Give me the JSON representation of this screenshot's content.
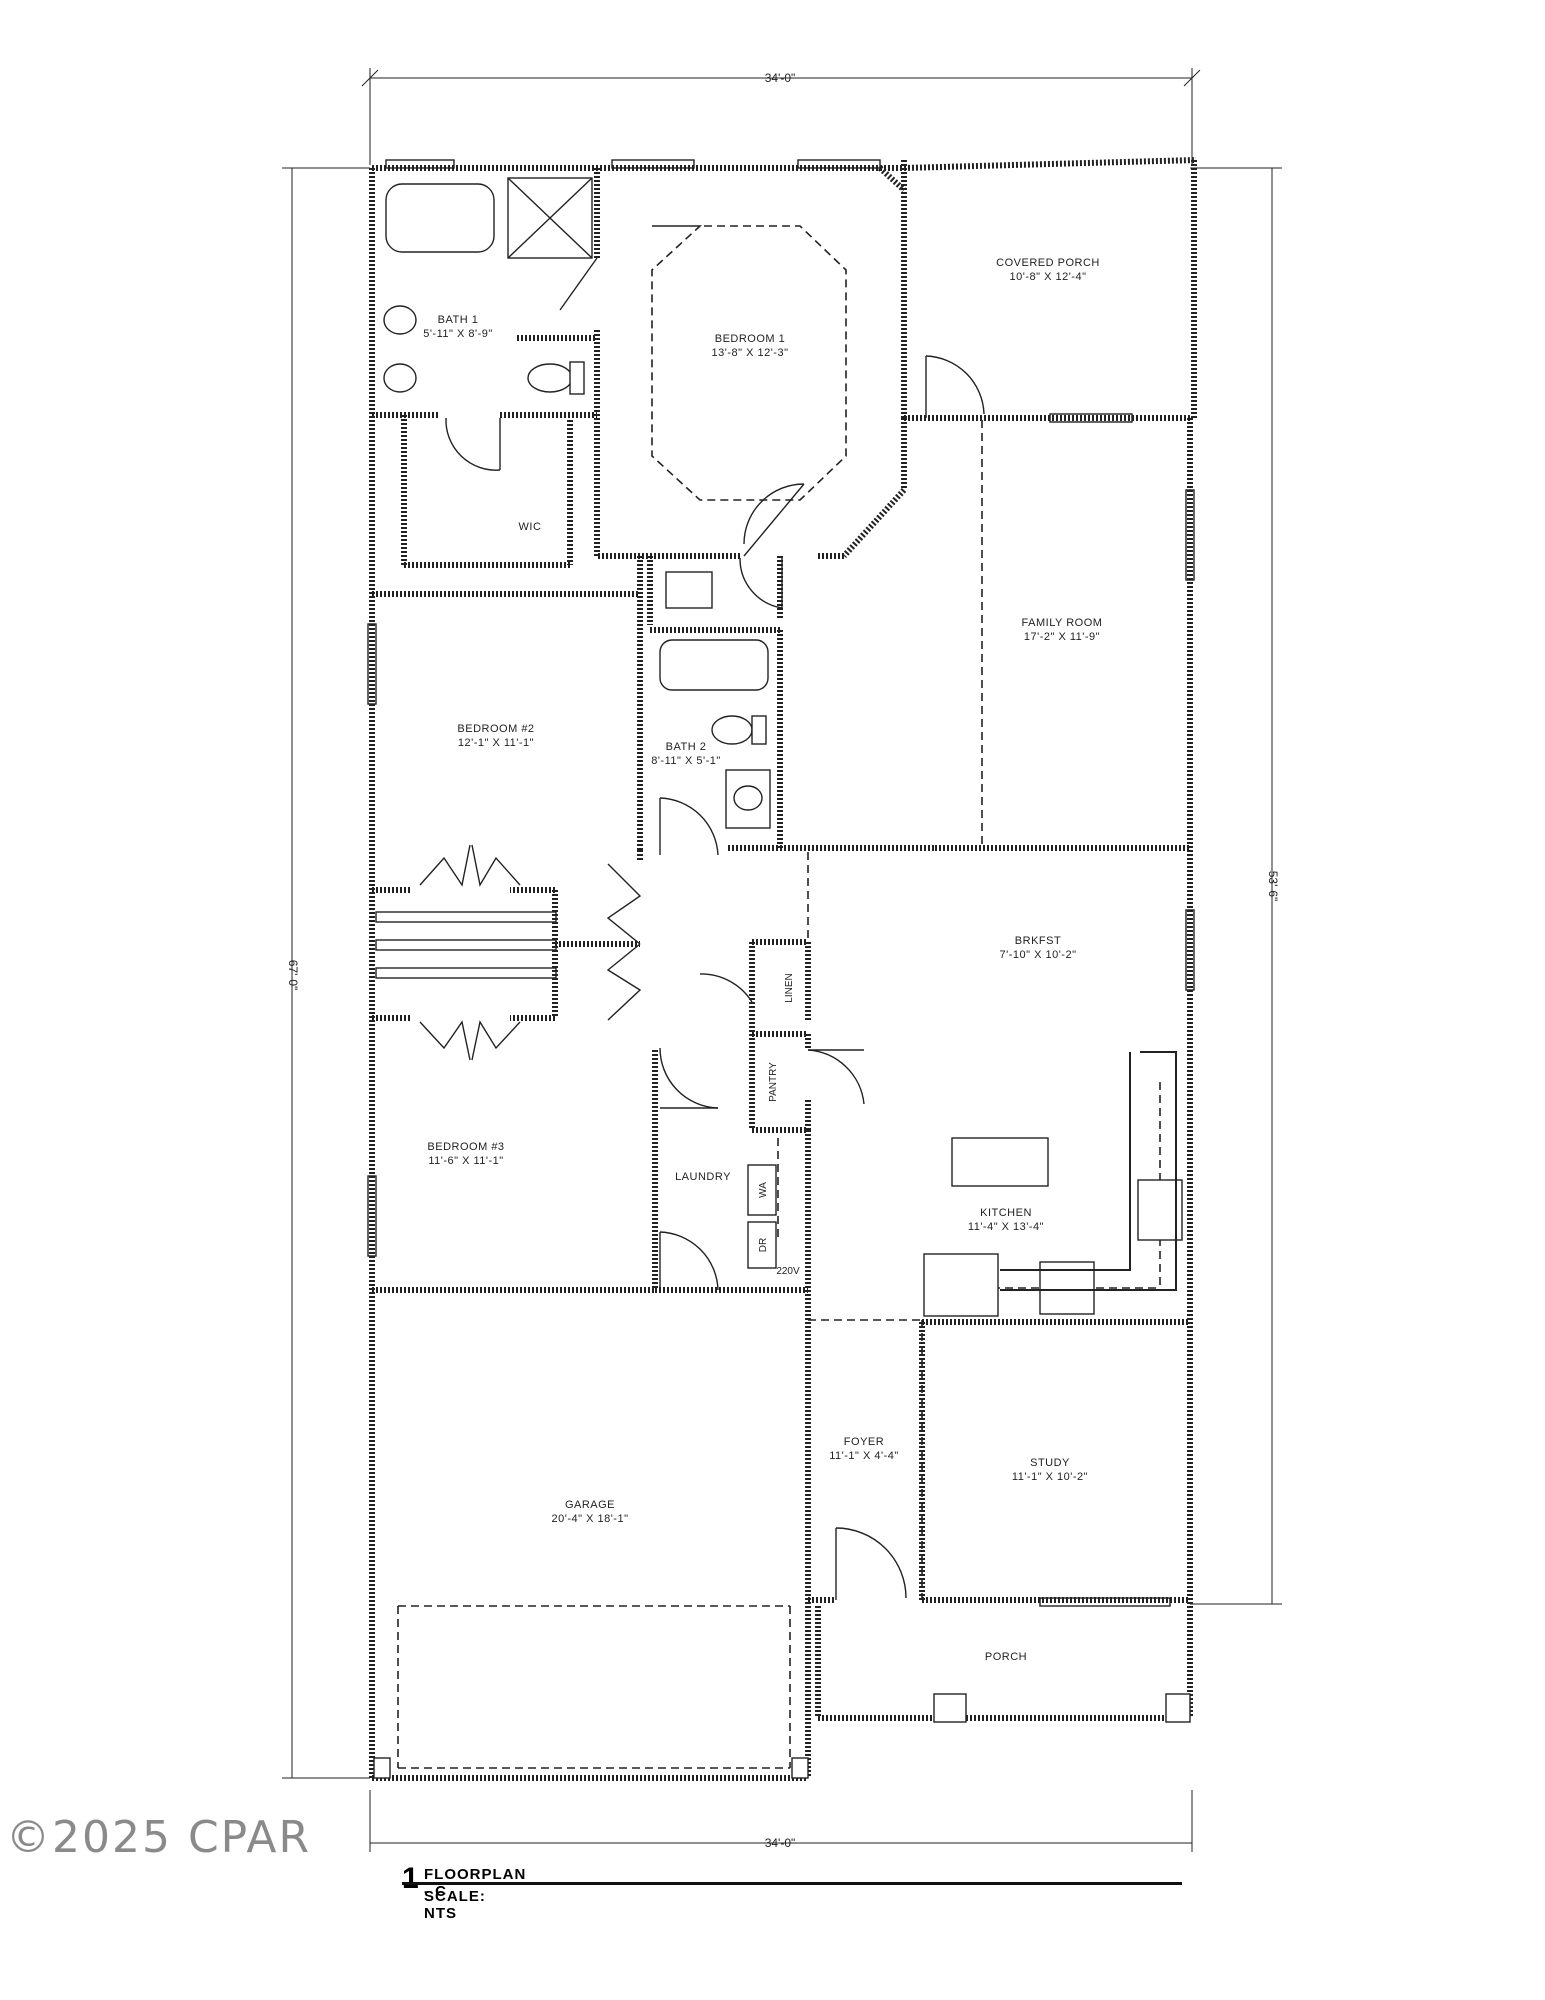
{
  "title": "FLOORPLAN - C",
  "scale": "SCALE: NTS",
  "drawing_number": "1",
  "watermark": "©2025 CPAR",
  "dimensions": {
    "top": "34'-0\"",
    "bottom": "34'-0\"",
    "left": "67'-0\"",
    "right": "53'-6\""
  },
  "rooms": {
    "covered_porch": {
      "name": "COVERED PORCH",
      "size": "10'-8\" X 12'-4\""
    },
    "bedroom1": {
      "name": "BEDROOM 1",
      "size": "13'-8\" X 12'-3\""
    },
    "bath1": {
      "name": "BATH 1",
      "size": "5'-11\" X 8'-9\""
    },
    "wic": {
      "name": "WIC"
    },
    "family_room": {
      "name": "FAMILY ROOM",
      "size": "17'-2\" X 11'-9\""
    },
    "bedroom2": {
      "name": "BEDROOM #2",
      "size": "12'-1\" X 11'-1\""
    },
    "bath2": {
      "name": "BATH 2",
      "size": "8'-11\" X 5'-1\""
    },
    "brkfst": {
      "name": "BRKFST",
      "size": "7'-10\" X 10'-2\""
    },
    "linen": {
      "name": "LINEN"
    },
    "pantry": {
      "name": "PANTRY"
    },
    "bedroom3": {
      "name": "BEDROOM #3",
      "size": "11'-6\" X 11'-1\""
    },
    "laundry": {
      "name": "LAUNDRY"
    },
    "wa": {
      "name": "WA"
    },
    "dr": {
      "name": "DR"
    },
    "v220": {
      "name": "220V"
    },
    "kitchen": {
      "name": "KITCHEN",
      "size": "11'-4\" X 13'-4\""
    },
    "foyer": {
      "name": "FOYER",
      "size": "11'-1\" X 4'-4\""
    },
    "study": {
      "name": "STUDY",
      "size": "11'-1\" X 10'-2\""
    },
    "garage": {
      "name": "GARAGE",
      "size": "20'-4\" X 18'-1\""
    },
    "porch": {
      "name": "PORCH"
    }
  }
}
